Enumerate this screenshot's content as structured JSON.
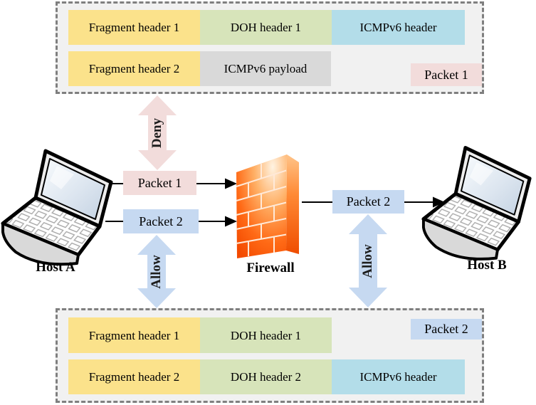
{
  "top_packet": {
    "label": "Packet 1",
    "row1": [
      "Fragment header 1",
      "DOH header 1",
      "ICMPv6 header"
    ],
    "row2": [
      "Fragment header 2",
      "ICMPv6 payload"
    ]
  },
  "bottom_packet": {
    "label": "Packet 2",
    "row1": [
      "Fragment header 1",
      "DOH header 1"
    ],
    "row2": [
      "Fragment header 2",
      "DOH header 2",
      "ICMPv6 header"
    ]
  },
  "nodes": {
    "host_a": "Host A",
    "firewall": "Firewall",
    "host_b": "Host B"
  },
  "flows": {
    "packet1": "Packet 1",
    "packet2_left": "Packet 2",
    "packet2_right": "Packet 2",
    "deny": "Deny",
    "allow_left": "Allow",
    "allow_right": "Allow"
  },
  "colors": {
    "fragment_header": "#FBE28B",
    "doh_header": "#D7E4BA",
    "icmpv6_header": "#B3DDE9",
    "icmpv6_payload": "#D9D9D9",
    "packet1_fill": "#F2DCDB",
    "packet2_fill": "#C6D9F1",
    "deny_arrow": "#F2DCDB",
    "allow_arrow": "#C6D9F1",
    "firewall_orange": "#FF5A0A",
    "panel_bg": "#F1F1F1",
    "panel_border": "#7F7F7F",
    "connector": "#000000"
  }
}
